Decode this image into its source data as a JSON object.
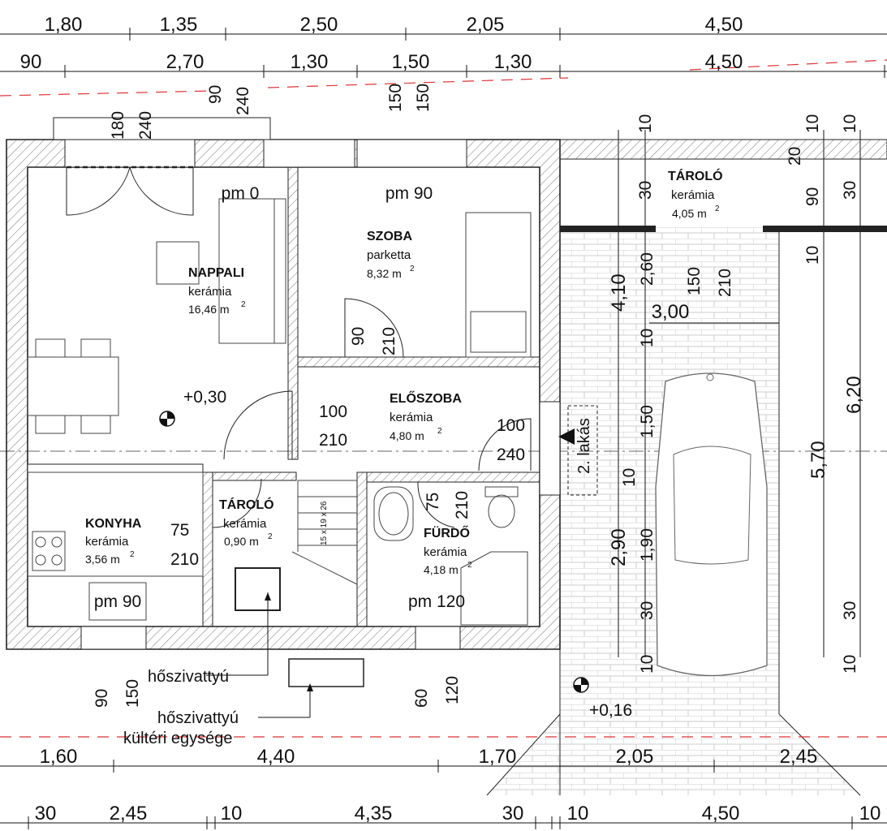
{
  "rooms": {
    "nappali": {
      "name": "NAPPALI",
      "floor": "kerámia",
      "area": "16,46 m",
      "level": "pm 0"
    },
    "szoba": {
      "name": "SZOBA",
      "floor": "parketta",
      "area": "8,32 m",
      "level": "pm 90"
    },
    "eloszoba": {
      "name": "ELŐSZOBA",
      "floor": "kerámia",
      "area": "4,80 m"
    },
    "konyha": {
      "name": "KONYHA",
      "floor": "kerámia",
      "area": "3,56 m",
      "level": "pm 90"
    },
    "tarolo_small": {
      "name": "TÁROLÓ",
      "floor": "kerámia",
      "area": "0,90 m"
    },
    "furdo": {
      "name": "FÜRDŐ",
      "floor": "kerámia",
      "area": "4,18 m",
      "level": "pm 120"
    },
    "tarolo_outside": {
      "name": "TÁROLÓ",
      "floor": "kerámia",
      "area": "4,05 m"
    },
    "area_exponent": "2"
  },
  "levels": {
    "interior": "+0,30",
    "exterior": "+0,16"
  },
  "labels": {
    "heat_pump": "hőszivattyú",
    "heat_pump_outdoor_line1": "hőszivattyú",
    "heat_pump_outdoor_line2": "kültéri egysége",
    "apartment": "2. lakás",
    "stair": "15 x 19 x 26"
  },
  "dims": {
    "top1": [
      "1,80",
      "1,35",
      "2,50",
      "2,05",
      "4,50"
    ],
    "top2": [
      "90",
      "2,70",
      "1,30",
      "1,50",
      "1,30",
      "4,50"
    ],
    "bottom1": [
      "1,60",
      "4,40",
      "1,70",
      "2,05",
      "2,45"
    ],
    "bottom2": [
      "30",
      "2,45",
      "10",
      "4,35",
      "30",
      "10",
      "4,50",
      "10"
    ],
    "window_a": [
      "180",
      "240"
    ],
    "window_b": [
      "90",
      "240"
    ],
    "window_c": [
      "150",
      "150"
    ],
    "window_d": [
      "150",
      "210"
    ],
    "door_szoba": [
      "90",
      "210"
    ],
    "door_nappali": [
      "100",
      "210"
    ],
    "door_entry": [
      "100",
      "240"
    ],
    "door_konyha": [
      "75",
      "210"
    ],
    "door_furdo": [
      "75",
      "210"
    ],
    "win_konyha": [
      "90",
      "150"
    ],
    "win_furdo": [
      "60",
      "120"
    ],
    "right_a": [
      "10",
      "10",
      "10"
    ],
    "right_b": [
      "30",
      "20",
      "30"
    ],
    "right_c": [
      "90",
      "10"
    ],
    "vert": [
      "4,10",
      "2,60",
      "10",
      "1,50",
      "10",
      "1,90",
      "2,90",
      "30",
      "10",
      "6,20",
      "5,70",
      "30",
      "10"
    ],
    "garage_width": "3,00"
  }
}
